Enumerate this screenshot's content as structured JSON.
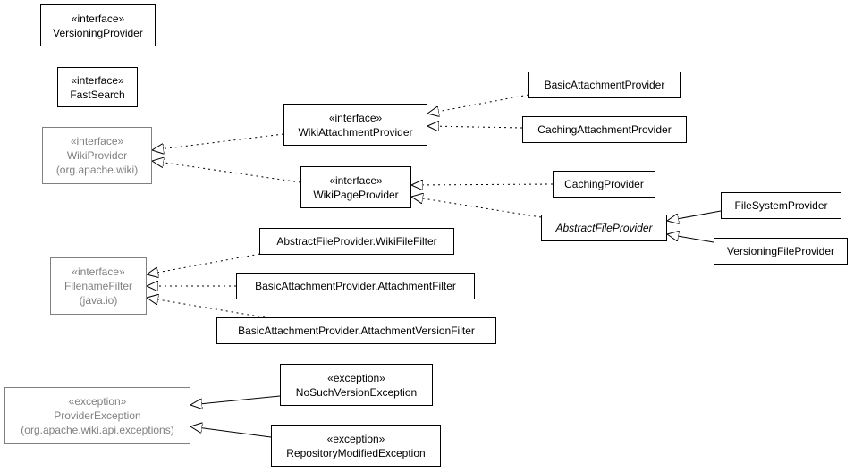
{
  "nodes": {
    "versioning_provider": {
      "stereotype": "«interface»",
      "name": "VersioningProvider"
    },
    "fast_search": {
      "stereotype": "«interface»",
      "name": "FastSearch"
    },
    "wiki_provider": {
      "stereotype": "«interface»",
      "name": "WikiProvider",
      "package": "(org.apache.wiki)"
    },
    "wiki_attachment_provider": {
      "stereotype": "«interface»",
      "name": "WikiAttachmentProvider"
    },
    "wiki_page_provider": {
      "stereotype": "«interface»",
      "name": "WikiPageProvider"
    },
    "basic_attachment_provider": {
      "name": "BasicAttachmentProvider"
    },
    "caching_attachment_provider": {
      "name": "CachingAttachmentProvider"
    },
    "caching_provider": {
      "name": "CachingProvider"
    },
    "abstract_file_provider": {
      "name": "AbstractFileProvider"
    },
    "file_system_provider": {
      "name": "FileSystemProvider"
    },
    "versioning_file_provider": {
      "name": "VersioningFileProvider"
    },
    "filename_filter": {
      "stereotype": "«interface»",
      "name": "FilenameFilter",
      "package": "(java.io)"
    },
    "wiki_file_filter": {
      "name": "AbstractFileProvider.WikiFileFilter"
    },
    "attachment_filter": {
      "name": "BasicAttachmentProvider.AttachmentFilter"
    },
    "attachment_version_filter": {
      "name": "BasicAttachmentProvider.AttachmentVersionFilter"
    },
    "provider_exception": {
      "stereotype": "«exception»",
      "name": "ProviderException",
      "package": "(org.apache.wiki.api.exceptions)"
    },
    "no_such_version_exception": {
      "stereotype": "«exception»",
      "name": "NoSuchVersionException"
    },
    "repository_modified_exception": {
      "stereotype": "«exception»",
      "name": "RepositoryModifiedException"
    }
  },
  "colors": {
    "line": "#000000",
    "external": "#808080",
    "background": "#ffffff"
  }
}
